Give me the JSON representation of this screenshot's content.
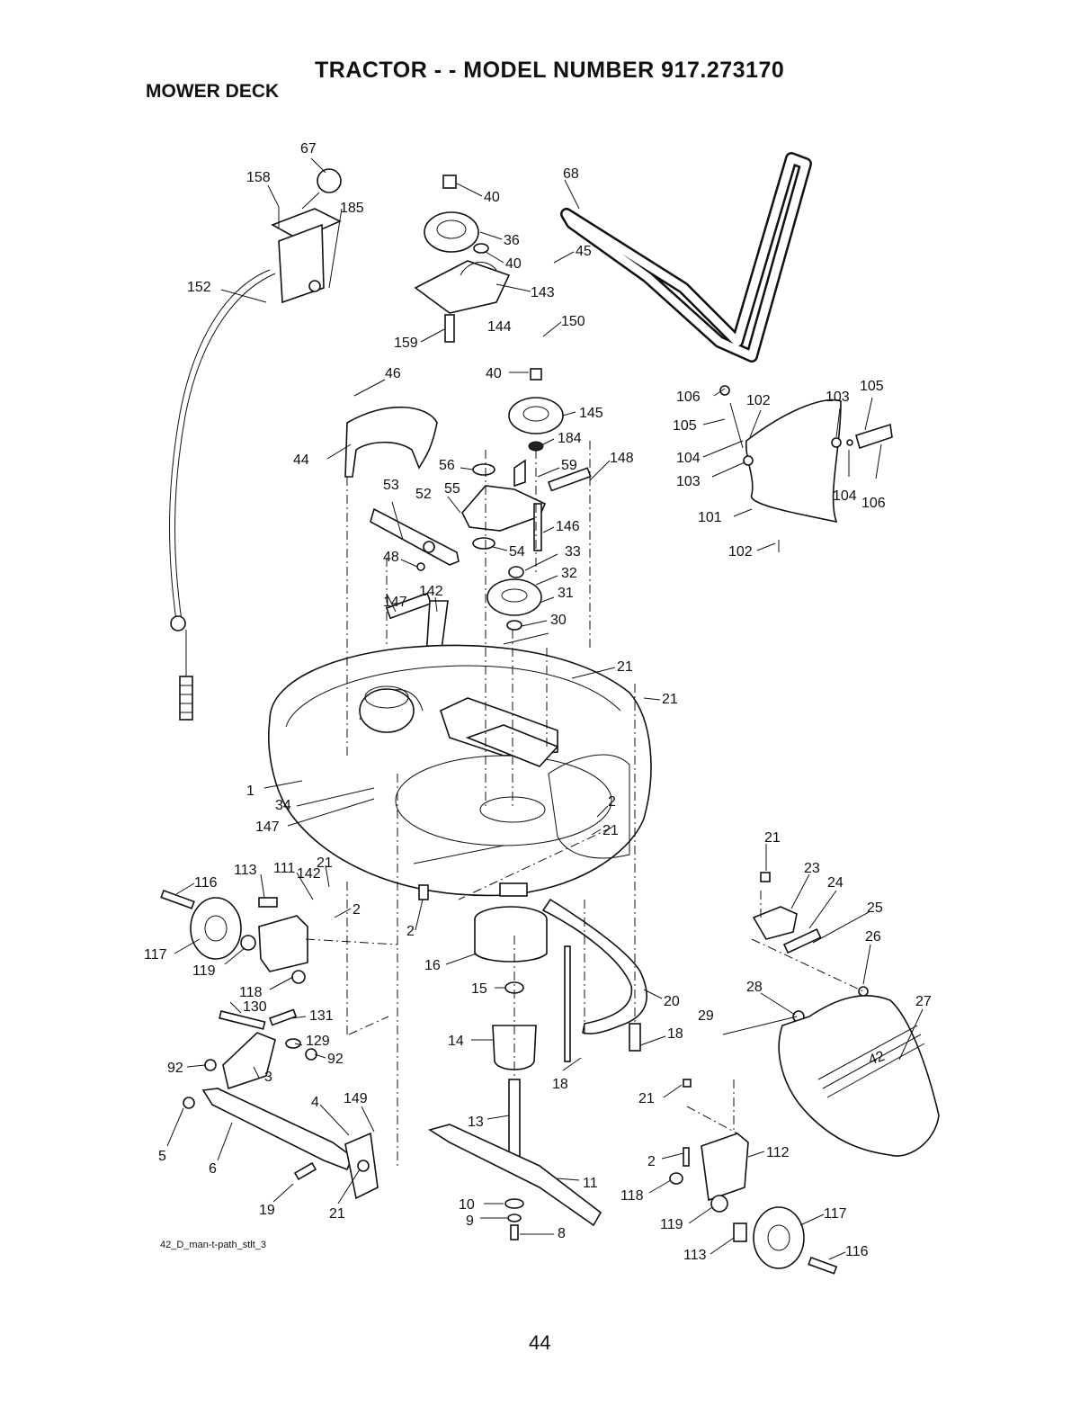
{
  "header": {
    "title": "TRACTOR - - MODEL NUMBER 917.273170",
    "subtitle": "MOWER DECK"
  },
  "figure_code": "42_D_man-t-path_stlt_3",
  "page_number": "44",
  "deck_badge": "42",
  "callouts": [
    {
      "label": "67",
      "part": "knob"
    },
    {
      "label": "158",
      "part": "screw"
    },
    {
      "label": "185",
      "part": "lift-bracket"
    },
    {
      "label": "152",
      "part": "clutch-cable"
    },
    {
      "label": "40",
      "part": "nut"
    },
    {
      "label": "36",
      "part": "idler-pulley"
    },
    {
      "label": "40",
      "part": "nut"
    },
    {
      "label": "143",
      "part": "belt-guard"
    },
    {
      "label": "144",
      "part": "idler-bracket"
    },
    {
      "label": "159",
      "part": "bolt"
    },
    {
      "label": "45",
      "part": "belt-keeper"
    },
    {
      "label": "150",
      "part": "washer"
    },
    {
      "label": "40",
      "part": "nut"
    },
    {
      "label": "145",
      "part": "idler-pulley"
    },
    {
      "label": "184",
      "part": "washer"
    },
    {
      "label": "68",
      "part": "belt"
    },
    {
      "label": "46",
      "part": "screw"
    },
    {
      "label": "44",
      "part": "pulley-shield"
    },
    {
      "label": "56",
      "part": "washer"
    },
    {
      "label": "59",
      "part": "spacer"
    },
    {
      "label": "148",
      "part": "spring"
    },
    {
      "label": "53",
      "part": "idler-arm"
    },
    {
      "label": "52",
      "part": "bolt"
    },
    {
      "label": "55",
      "part": "idler-arm"
    },
    {
      "label": "146",
      "part": "bolt"
    },
    {
      "label": "48",
      "part": "washer"
    },
    {
      "label": "54",
      "part": "washer"
    },
    {
      "label": "33",
      "part": "nut"
    },
    {
      "label": "32",
      "part": "washer"
    },
    {
      "label": "31",
      "part": "pulley"
    },
    {
      "label": "147",
      "part": "spring"
    },
    {
      "label": "142",
      "part": "hanger"
    },
    {
      "label": "30",
      "part": "bolt"
    },
    {
      "label": "21",
      "part": "nut"
    },
    {
      "label": "21",
      "part": "nut"
    },
    {
      "label": "1",
      "part": "deck-housing"
    },
    {
      "label": "34",
      "part": "bolt"
    },
    {
      "label": "147",
      "part": "spring"
    },
    {
      "label": "2",
      "part": "bolt"
    },
    {
      "label": "21",
      "part": "nut"
    },
    {
      "label": "106",
      "part": "clip"
    },
    {
      "label": "102",
      "part": "bolt"
    },
    {
      "label": "103",
      "part": "washer"
    },
    {
      "label": "105",
      "part": "spring"
    },
    {
      "label": "105",
      "part": "spring"
    },
    {
      "label": "104",
      "part": "washer"
    },
    {
      "label": "103",
      "part": "washer"
    },
    {
      "label": "104",
      "part": "washer"
    },
    {
      "label": "106",
      "part": "clip"
    },
    {
      "label": "101",
      "part": "deflector"
    },
    {
      "label": "102",
      "part": "bolt"
    },
    {
      "label": "116",
      "part": "bolt"
    },
    {
      "label": "113",
      "part": "nut"
    },
    {
      "label": "111",
      "part": "bracket"
    },
    {
      "label": "142",
      "part": "hanger"
    },
    {
      "label": "21",
      "part": "nut"
    },
    {
      "label": "2",
      "part": "bolt"
    },
    {
      "label": "2",
      "part": "bolt"
    },
    {
      "label": "117",
      "part": "gauge-wheel"
    },
    {
      "label": "119",
      "part": "spacer"
    },
    {
      "label": "118",
      "part": "nut"
    },
    {
      "label": "16",
      "part": "spindle-shield"
    },
    {
      "label": "15",
      "part": "bearing"
    },
    {
      "label": "14",
      "part": "spindle-housing"
    },
    {
      "label": "20",
      "part": "stabilizer"
    },
    {
      "label": "18",
      "part": "bolt"
    },
    {
      "label": "18",
      "part": "bolt"
    },
    {
      "label": "21",
      "part": "nut"
    },
    {
      "label": "23",
      "part": "bracket"
    },
    {
      "label": "24",
      "part": "pin"
    },
    {
      "label": "25",
      "part": "spring"
    },
    {
      "label": "26",
      "part": "nut"
    },
    {
      "label": "28",
      "part": "washer"
    },
    {
      "label": "29",
      "part": "rod"
    },
    {
      "label": "27",
      "part": "discharge-chute"
    },
    {
      "label": "130",
      "part": "bolt"
    },
    {
      "label": "131",
      "part": "bolt"
    },
    {
      "label": "129",
      "part": "washer"
    },
    {
      "label": "92",
      "part": "nut"
    },
    {
      "label": "92",
      "part": "nut"
    },
    {
      "label": "3",
      "part": "bracket"
    },
    {
      "label": "4",
      "part": "bracket"
    },
    {
      "label": "149",
      "part": "pin"
    },
    {
      "label": "5",
      "part": "clip"
    },
    {
      "label": "6",
      "part": "link"
    },
    {
      "label": "19",
      "part": "bolt"
    },
    {
      "label": "21",
      "part": "nut"
    },
    {
      "label": "13",
      "part": "spindle"
    },
    {
      "label": "11",
      "part": "blade"
    },
    {
      "label": "10",
      "part": "washer"
    },
    {
      "label": "9",
      "part": "washer"
    },
    {
      "label": "8",
      "part": "bolt"
    },
    {
      "label": "21",
      "part": "nut"
    },
    {
      "label": "112",
      "part": "bracket"
    },
    {
      "label": "2",
      "part": "bolt"
    },
    {
      "label": "118",
      "part": "nut"
    },
    {
      "label": "117",
      "part": "gauge-wheel"
    },
    {
      "label": "119",
      "part": "spacer"
    },
    {
      "label": "113",
      "part": "nut"
    },
    {
      "label": "116",
      "part": "bolt"
    }
  ]
}
